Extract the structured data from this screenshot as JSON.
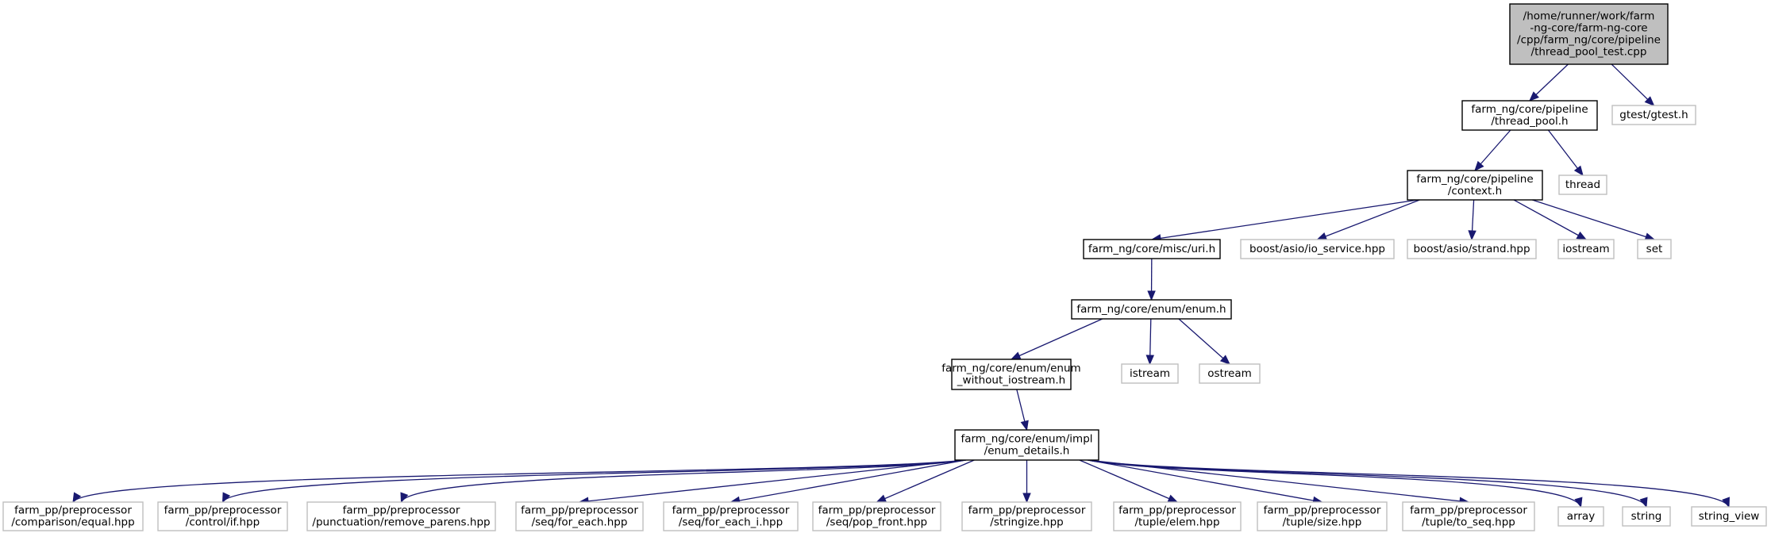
{
  "colors": {
    "edge": "#191970",
    "root_fill": "#bfbfbf",
    "node_border": "#000000",
    "external_border": "#bfbfbf"
  },
  "nodes": [
    {
      "id": "root",
      "kind": "root",
      "lines": [
        "/home/runner/work/farm",
        "-ng-core/farm-ng-core",
        "/cpp/farm_ng/core/pipeline",
        "/thread_pool_test.cpp"
      ]
    },
    {
      "id": "thread_pool_h",
      "kind": "internal",
      "lines": [
        "farm_ng/core/pipeline",
        "/thread_pool.h"
      ]
    },
    {
      "id": "gtest",
      "kind": "external",
      "lines": [
        "gtest/gtest.h"
      ]
    },
    {
      "id": "context_h",
      "kind": "internal",
      "lines": [
        "farm_ng/core/pipeline",
        "/context.h"
      ]
    },
    {
      "id": "thread",
      "kind": "external",
      "lines": [
        "thread"
      ]
    },
    {
      "id": "uri_h",
      "kind": "internal",
      "lines": [
        "farm_ng/core/misc/uri.h"
      ]
    },
    {
      "id": "io_service",
      "kind": "external",
      "lines": [
        "boost/asio/io_service.hpp"
      ]
    },
    {
      "id": "strand",
      "kind": "external",
      "lines": [
        "boost/asio/strand.hpp"
      ]
    },
    {
      "id": "iostream",
      "kind": "external",
      "lines": [
        "iostream"
      ]
    },
    {
      "id": "set",
      "kind": "external",
      "lines": [
        "set"
      ]
    },
    {
      "id": "enum_h",
      "kind": "internal",
      "lines": [
        "farm_ng/core/enum/enum.h"
      ]
    },
    {
      "id": "enum_wo",
      "kind": "internal",
      "lines": [
        "farm_ng/core/enum/enum",
        "_without_iostream.h"
      ]
    },
    {
      "id": "istream",
      "kind": "external",
      "lines": [
        "istream"
      ]
    },
    {
      "id": "ostream",
      "kind": "external",
      "lines": [
        "ostream"
      ]
    },
    {
      "id": "enum_details",
      "kind": "internal",
      "lines": [
        "farm_ng/core/enum/impl",
        "/enum_details.h"
      ]
    },
    {
      "id": "equal",
      "kind": "external",
      "lines": [
        "farm_pp/preprocessor",
        "/comparison/equal.hpp"
      ]
    },
    {
      "id": "if",
      "kind": "external",
      "lines": [
        "farm_pp/preprocessor",
        "/control/if.hpp"
      ]
    },
    {
      "id": "remove_parens",
      "kind": "external",
      "lines": [
        "farm_pp/preprocessor",
        "/punctuation/remove_parens.hpp"
      ]
    },
    {
      "id": "for_each",
      "kind": "external",
      "lines": [
        "farm_pp/preprocessor",
        "/seq/for_each.hpp"
      ]
    },
    {
      "id": "for_each_i",
      "kind": "external",
      "lines": [
        "farm_pp/preprocessor",
        "/seq/for_each_i.hpp"
      ]
    },
    {
      "id": "pop_front",
      "kind": "external",
      "lines": [
        "farm_pp/preprocessor",
        "/seq/pop_front.hpp"
      ]
    },
    {
      "id": "stringize",
      "kind": "external",
      "lines": [
        "farm_pp/preprocessor",
        "/stringize.hpp"
      ]
    },
    {
      "id": "elem",
      "kind": "external",
      "lines": [
        "farm_pp/preprocessor",
        "/tuple/elem.hpp"
      ]
    },
    {
      "id": "size",
      "kind": "external",
      "lines": [
        "farm_pp/preprocessor",
        "/tuple/size.hpp"
      ]
    },
    {
      "id": "to_seq",
      "kind": "external",
      "lines": [
        "farm_pp/preprocessor",
        "/tuple/to_seq.hpp"
      ]
    },
    {
      "id": "array",
      "kind": "external",
      "lines": [
        "array"
      ]
    },
    {
      "id": "string",
      "kind": "external",
      "lines": [
        "string"
      ]
    },
    {
      "id": "string_view",
      "kind": "external",
      "lines": [
        "string_view"
      ]
    }
  ],
  "edges": [
    [
      "root",
      "thread_pool_h"
    ],
    [
      "root",
      "gtest"
    ],
    [
      "thread_pool_h",
      "context_h"
    ],
    [
      "thread_pool_h",
      "thread"
    ],
    [
      "context_h",
      "uri_h"
    ],
    [
      "context_h",
      "io_service"
    ],
    [
      "context_h",
      "strand"
    ],
    [
      "context_h",
      "iostream"
    ],
    [
      "context_h",
      "set"
    ],
    [
      "uri_h",
      "enum_h"
    ],
    [
      "enum_h",
      "enum_wo"
    ],
    [
      "enum_h",
      "istream"
    ],
    [
      "enum_h",
      "ostream"
    ],
    [
      "enum_wo",
      "enum_details"
    ],
    [
      "enum_details",
      "equal"
    ],
    [
      "enum_details",
      "if"
    ],
    [
      "enum_details",
      "remove_parens"
    ],
    [
      "enum_details",
      "for_each"
    ],
    [
      "enum_details",
      "for_each_i"
    ],
    [
      "enum_details",
      "pop_front"
    ],
    [
      "enum_details",
      "stringize"
    ],
    [
      "enum_details",
      "elem"
    ],
    [
      "enum_details",
      "size"
    ],
    [
      "enum_details",
      "to_seq"
    ],
    [
      "enum_details",
      "array"
    ],
    [
      "enum_details",
      "string"
    ],
    [
      "enum_details",
      "string_view"
    ]
  ]
}
